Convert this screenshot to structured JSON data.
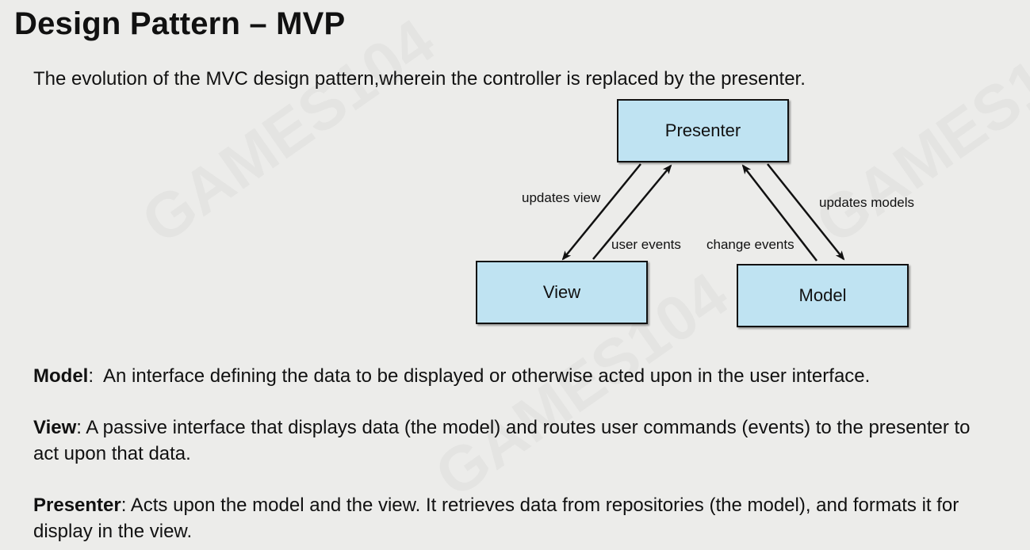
{
  "slide": {
    "title": "Design Pattern – MVP",
    "subtitle": "The evolution of the MVC design pattern,wherein the controller is replaced by the presenter."
  },
  "diagram": {
    "nodes": {
      "presenter": "Presenter",
      "view": "View",
      "model": "Model"
    },
    "edges": {
      "updates_view": "updates view",
      "user_events": "user events",
      "change_events": "change events",
      "updates_models": "updates models"
    },
    "box_fill": "#bfe3f2"
  },
  "definitions": [
    {
      "term": "Model",
      "separator": ":  ",
      "text": "An interface defining the data to be displayed or otherwise acted upon in the user interface."
    },
    {
      "term": "View",
      "separator": ": ",
      "text": "A passive interface that displays data (the model) and routes user commands (events) to the presenter to act upon that data."
    },
    {
      "term": "Presenter",
      "separator": ": ",
      "text": "Acts upon the model and the view. It retrieves data from repositories (the model), and formats it for display in the view."
    }
  ]
}
